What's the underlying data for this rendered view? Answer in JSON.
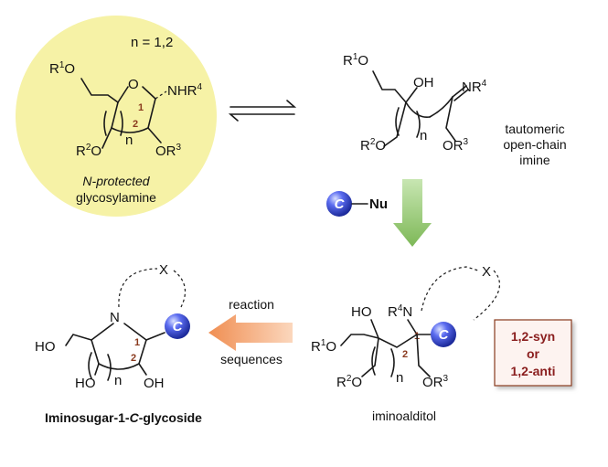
{
  "glycosylamine": {
    "n_label": "n = 1,2",
    "caption_line1": "N-protected",
    "caption_line2": "glycosylamine"
  },
  "imine_caption": [
    "tautomeric",
    "open-chain",
    "imine"
  ],
  "reagent": {
    "circle_letter": "C",
    "nu": "Nu"
  },
  "iminoalditol_caption": "iminoalditol",
  "stereo_badge": [
    "1,2-syn",
    "or",
    "1,2-anti"
  ],
  "reaction_arrow": {
    "line1": "reaction",
    "line2": "sequences"
  },
  "product_caption": "iminosugar-1-C-glycoside",
  "colors": {
    "yellow_circle": "#f6f2a6",
    "blue_ball": "#2f3fd0",
    "green_arrow": "#8fc46a",
    "orange_arrow": "#f2a979",
    "badge_border": "#8a3a1e",
    "locant": "#8a3a1e"
  }
}
